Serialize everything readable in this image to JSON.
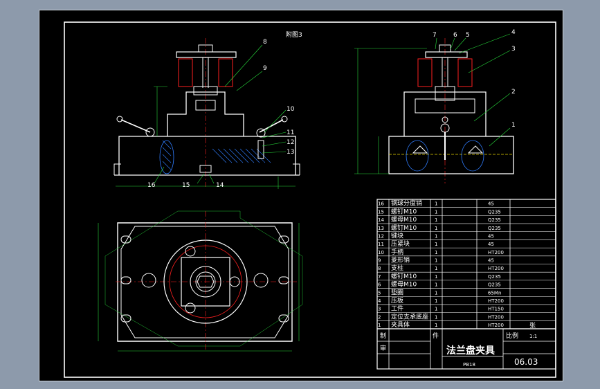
{
  "drawing": {
    "sheet_title": "附图3",
    "colors": {
      "background": "#000000",
      "outline": "#ffffff",
      "dimension": "#27d93b",
      "hidden": "#ff2020",
      "hatch": "#2f7dff",
      "section": "#e6d200"
    },
    "front_callouts": [
      "8",
      "9",
      "10",
      "11",
      "12",
      "13",
      "14",
      "15",
      "16"
    ],
    "side_callouts": [
      "7",
      "6",
      "5",
      "4",
      "3",
      "2",
      "1"
    ],
    "title_block": {
      "name": "法兰盘夹具",
      "scale_label": "比例",
      "scale_value": "1:1",
      "sheet_no": "06.03",
      "qty_label": "件",
      "pages_label": "张",
      "drawn_label": "制",
      "check_label": "审",
      "company": "PB18"
    },
    "bom": [
      {
        "no": "16",
        "name": "钢球分度销",
        "qty": "1",
        "material": "45"
      },
      {
        "no": "15",
        "name": "螺钉M10",
        "qty": "1",
        "material": "Q235"
      },
      {
        "no": "14",
        "name": "螺母M10",
        "qty": "1",
        "material": "Q235"
      },
      {
        "no": "13",
        "name": "螺钉M10",
        "qty": "1",
        "material": "Q235"
      },
      {
        "no": "12",
        "name": "键块",
        "qty": "1",
        "material": "45"
      },
      {
        "no": "11",
        "name": "压紧块",
        "qty": "1",
        "material": "45"
      },
      {
        "no": "10",
        "name": "手柄",
        "qty": "1",
        "material": "HT200"
      },
      {
        "no": "9",
        "name": "菱形销",
        "qty": "1",
        "material": "45"
      },
      {
        "no": "8",
        "name": "支柱",
        "qty": "1",
        "material": "HT200"
      },
      {
        "no": "7",
        "name": "螺钉M10",
        "qty": "1",
        "material": "Q235"
      },
      {
        "no": "6",
        "name": "螺母M10",
        "qty": "1",
        "material": "Q235"
      },
      {
        "no": "5",
        "name": "垫圈",
        "qty": "1",
        "material": "65Mn"
      },
      {
        "no": "4",
        "name": "压板",
        "qty": "1",
        "material": "HT200"
      },
      {
        "no": "3",
        "name": "工件",
        "qty": "1",
        "material": "HT150"
      },
      {
        "no": "2",
        "name": "定位支承底座",
        "qty": "1",
        "material": "HT200"
      },
      {
        "no": "1",
        "name": "夹具体",
        "qty": "1",
        "material": "HT200"
      }
    ]
  }
}
